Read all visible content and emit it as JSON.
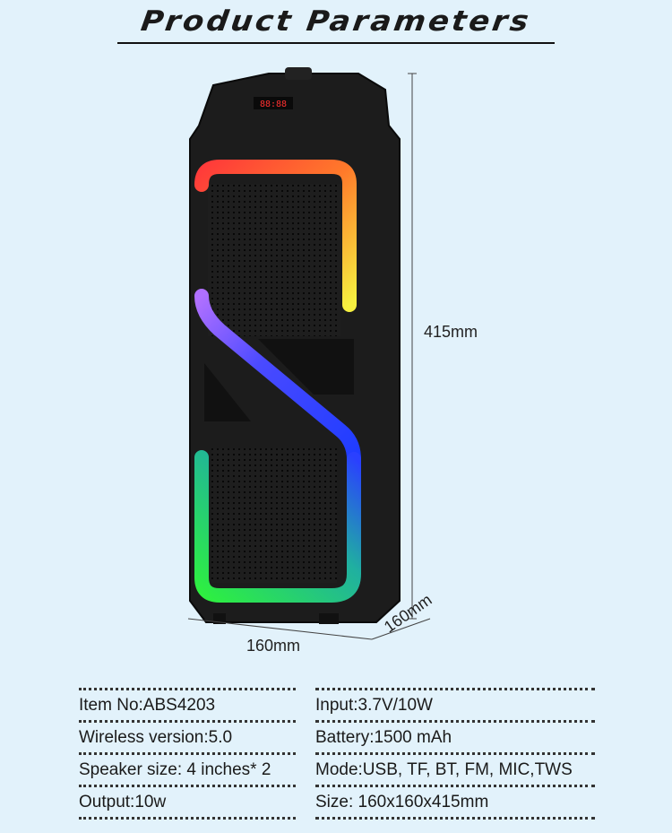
{
  "header": {
    "title": "Product Parameters"
  },
  "dimensions": {
    "height": "415mm",
    "width": "160mm",
    "depth": "160mm"
  },
  "display": {
    "readout": "88:88"
  },
  "specs": {
    "left": [
      "Item No:ABS4203",
      "Wireless version:5.0",
      "Speaker size: 4 inches* 2",
      "Output:10w"
    ],
    "right": [
      "Input:3.7V/10W",
      "Battery:1500 mAh",
      "Mode:USB, TF, BT, FM, MIC,TWS",
      "Size: 160x160x415mm"
    ]
  }
}
